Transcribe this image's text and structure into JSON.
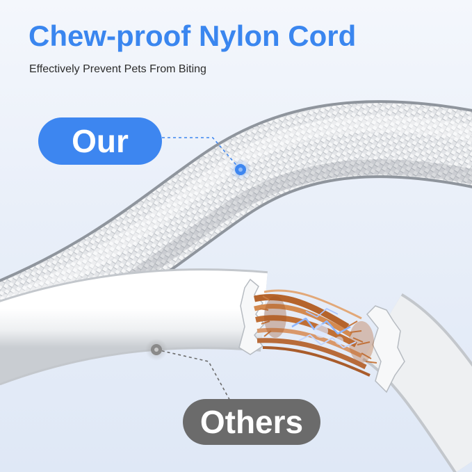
{
  "header": {
    "title": "Chew-proof Nylon Cord",
    "subtitle": "Effectively Prevent Pets From Biting"
  },
  "labels": {
    "ours": "Our",
    "others": "Others"
  },
  "icons": {
    "braided_cable": "braided-nylon-cable-image",
    "broken_cable": "chewed-pvc-cable-image",
    "exposed_wires": "exposed-copper-wires-image",
    "spark": "electric-spark-icon",
    "marker_ours": "marker-dot-icon",
    "marker_others": "marker-dot-icon"
  },
  "colors": {
    "accent_blue": "#3d86f0",
    "title_blue": "#3a86ef",
    "pill_gray": "#6b6b6b",
    "marker_gray": "#8a8a8a",
    "copper": "#c5763c",
    "spark_blue": "#8fb6ff"
  }
}
